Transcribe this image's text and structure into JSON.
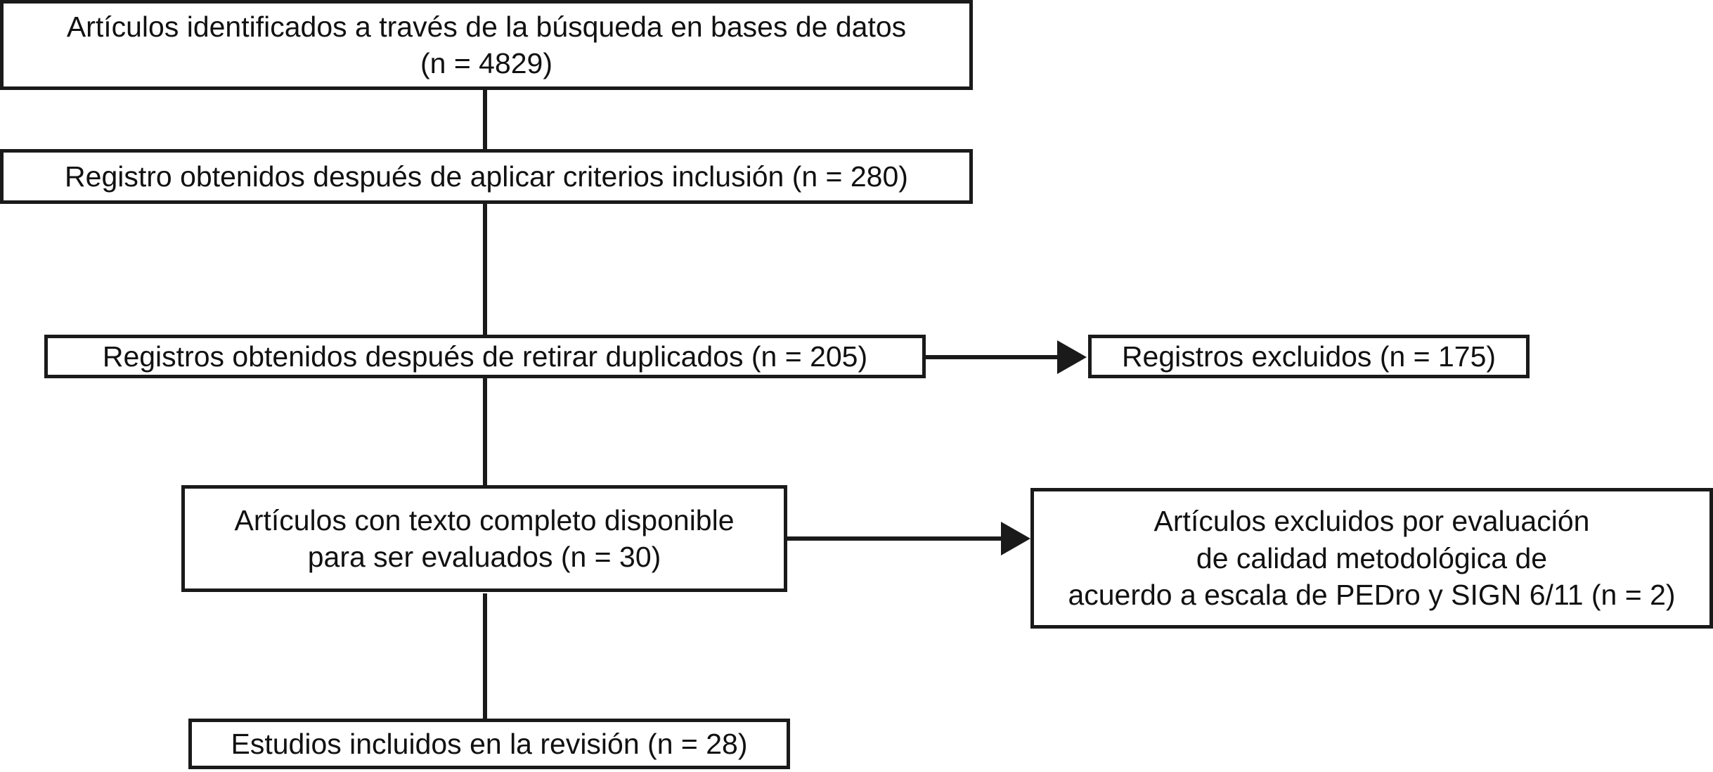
{
  "diagram": {
    "type": "prisma-flow-diagram",
    "language": "es",
    "background_color": "#ffffff",
    "line_color": "#1a1a1a",
    "text_color": "#111111",
    "nodes": [
      {
        "id": "identified",
        "text": "Artículos identificados a través de la búsqueda en bases de datos\n(n = 4829)",
        "count_label": "n = 4829",
        "count": 4829
      },
      {
        "id": "inclusion-criteria",
        "text": "Registro obtenidos después de aplicar criterios inclusión (n = 280)",
        "count_label": "n = 280",
        "count": 280
      },
      {
        "id": "duplicates-removed",
        "text": "Registros obtenidos después de retirar duplicados (n = 205)",
        "count_label": "n = 205",
        "count": 205
      },
      {
        "id": "records-excluded",
        "text": "Registros excluidos (n = 175)",
        "count_label": "n = 175",
        "count": 175
      },
      {
        "id": "full-text-assessed",
        "text": "Artículos con texto completo disponible\npara ser evaluados (n = 30)",
        "count_label": "n = 30",
        "count": 30
      },
      {
        "id": "articles-excluded-quality",
        "text": "Artículos excluidos por evaluación\nde calidad metodológica de\nacuerdo a escala de PEDro y SIGN 6/11 (n = 2)",
        "count_label": "n = 2",
        "count": 2
      },
      {
        "id": "studies-included",
        "text": "Estudios incluidos en la revisión (n = 28)",
        "count_label": "n = 28",
        "count": 28
      }
    ],
    "edges": [
      {
        "from": "identified",
        "to": "inclusion-criteria",
        "direction": "down",
        "arrowhead": false
      },
      {
        "from": "inclusion-criteria",
        "to": "duplicates-removed",
        "direction": "down",
        "arrowhead": false
      },
      {
        "from": "duplicates-removed",
        "to": "records-excluded",
        "direction": "right",
        "arrowhead": true
      },
      {
        "from": "duplicates-removed",
        "to": "full-text-assessed",
        "direction": "down",
        "arrowhead": false
      },
      {
        "from": "full-text-assessed",
        "to": "articles-excluded-quality",
        "direction": "right",
        "arrowhead": true
      },
      {
        "from": "full-text-assessed",
        "to": "studies-included",
        "direction": "down",
        "arrowhead": false
      }
    ]
  }
}
